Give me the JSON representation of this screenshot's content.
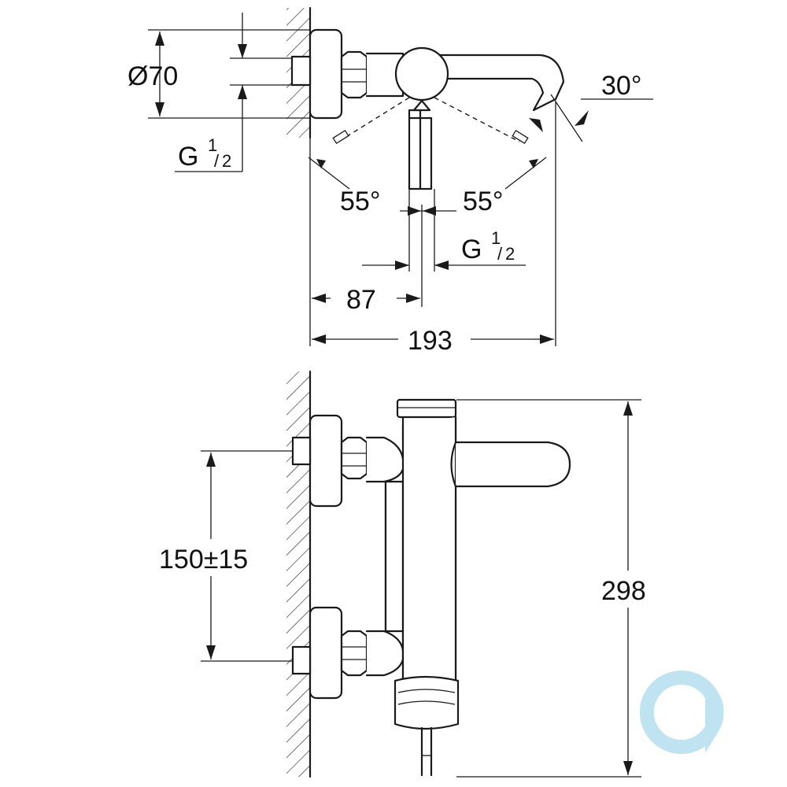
{
  "top_view": {
    "diameter_label": "Ø70",
    "thread_left": {
      "main": "G",
      "sup": "1",
      "sub": "2"
    },
    "angle_right": "30°",
    "angle_left": "55°",
    "angle_mid": "55°",
    "thread_mid": {
      "main": "G",
      "sup": "1",
      "sub": "2"
    },
    "width_87": "87",
    "width_193": "193"
  },
  "front_view": {
    "spacing_label": "150±15",
    "height_label": "298"
  },
  "logo": {
    "color": "#bfe3f0"
  },
  "colors": {
    "line": "#1a1a1a",
    "background": "#ffffff"
  }
}
